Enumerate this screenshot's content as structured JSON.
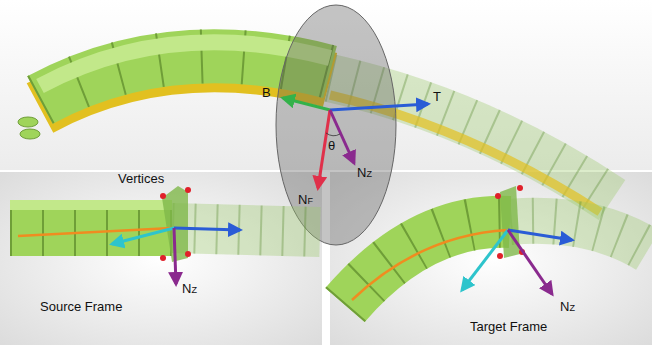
{
  "diagram": {
    "labels": [
      "B",
      "T",
      "θ",
      "NF",
      "NZ",
      "Vertices",
      "Source Frame",
      "NZ",
      "Target Frame",
      "NZ"
    ]
  }
}
